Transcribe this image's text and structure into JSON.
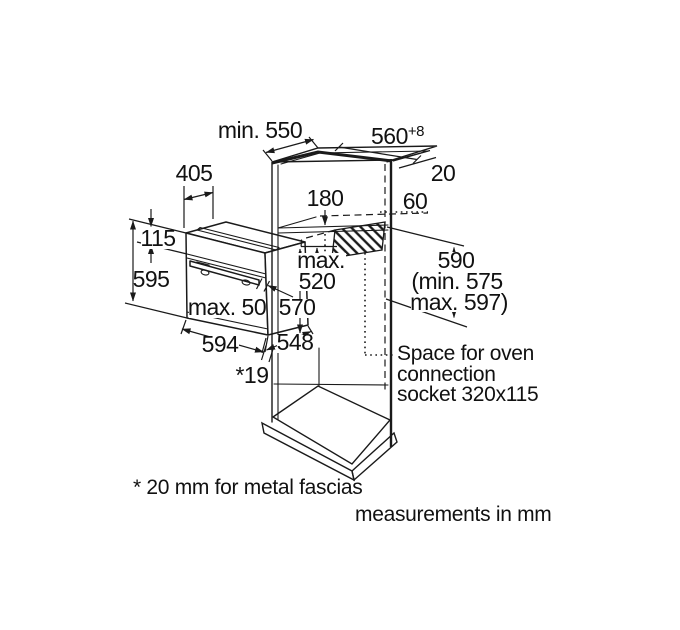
{
  "diagram": {
    "type": "oven-installation-dimension-diagram",
    "unit_note": "measurements in mm",
    "footnote": "* 20 mm for metal fascias",
    "socket_note": {
      "line1": "Space for oven",
      "line2": "connection",
      "line3": "socket 320x115"
    },
    "labels": {
      "min550": "min. 550",
      "w560": "560",
      "w560_tol": "+8",
      "gap20": "20",
      "top405": "405",
      "niche180": "180",
      "socket60": "60",
      "panel115": "115",
      "oven595": "595",
      "handle_max50": "max. 50",
      "depth570": "570",
      "socket520_l1": "max.",
      "socket520_l2": "520",
      "niche590": "590",
      "niche590_min": "(min. 575",
      "niche590_max": "max. 597)",
      "width594": "594",
      "body548": "548",
      "fascia19": "*19"
    },
    "colors": {
      "line": "#1a1a1a",
      "background": "#ffffff"
    }
  }
}
